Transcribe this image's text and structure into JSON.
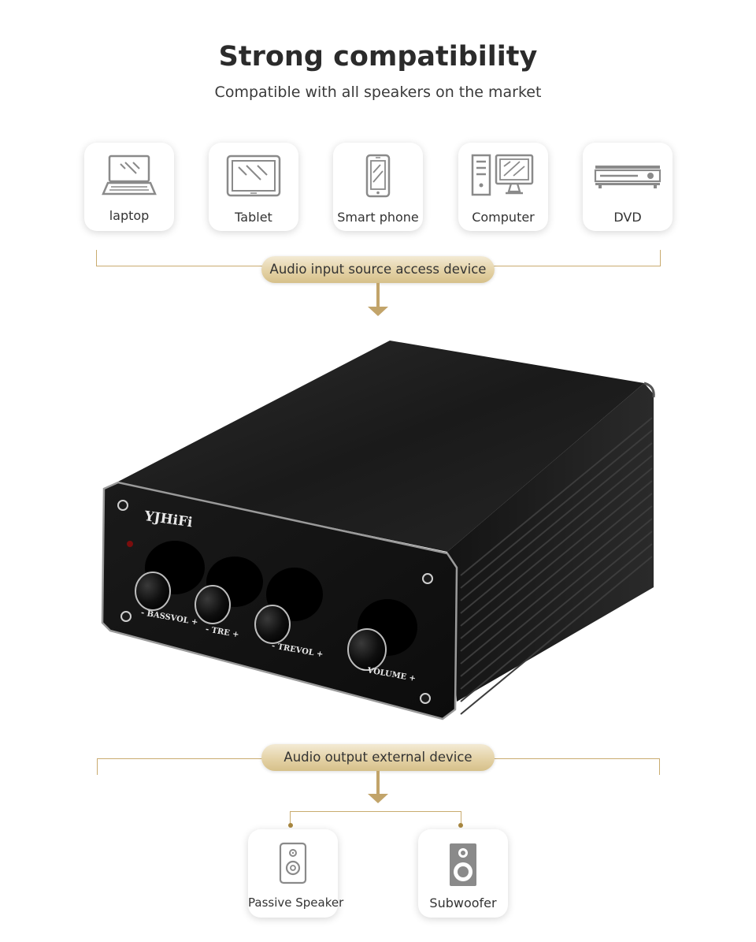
{
  "header": {
    "title": "Strong compatibility",
    "subtitle": "Compatible with all speakers on the market"
  },
  "input_devices": [
    {
      "label": "laptop",
      "icon": "laptop-icon"
    },
    {
      "label": "Tablet",
      "icon": "tablet-icon"
    },
    {
      "label": "Smart phone",
      "icon": "smartphone-icon"
    },
    {
      "label": "Computer",
      "icon": "computer-icon"
    },
    {
      "label": "DVD",
      "icon": "dvd-player-icon"
    }
  ],
  "input_label": "Audio input source access device",
  "amplifier": {
    "brand": "YJHiFi",
    "knobs": [
      "- BASSVOL +",
      "- TRE +",
      "- TREVOL +",
      "- VOLUME +"
    ]
  },
  "output_label": "Audio output external device",
  "output_devices": [
    {
      "label": "Passive Speaker",
      "icon": "passive-speaker-icon"
    },
    {
      "label": "Subwoofer",
      "icon": "subwoofer-icon"
    }
  ],
  "colors": {
    "accent_gold": "#c9ab6f",
    "pill_gold": "#e4d2a6",
    "icon_gray": "#8a8a8a",
    "device_body": "#1e1e1e"
  }
}
